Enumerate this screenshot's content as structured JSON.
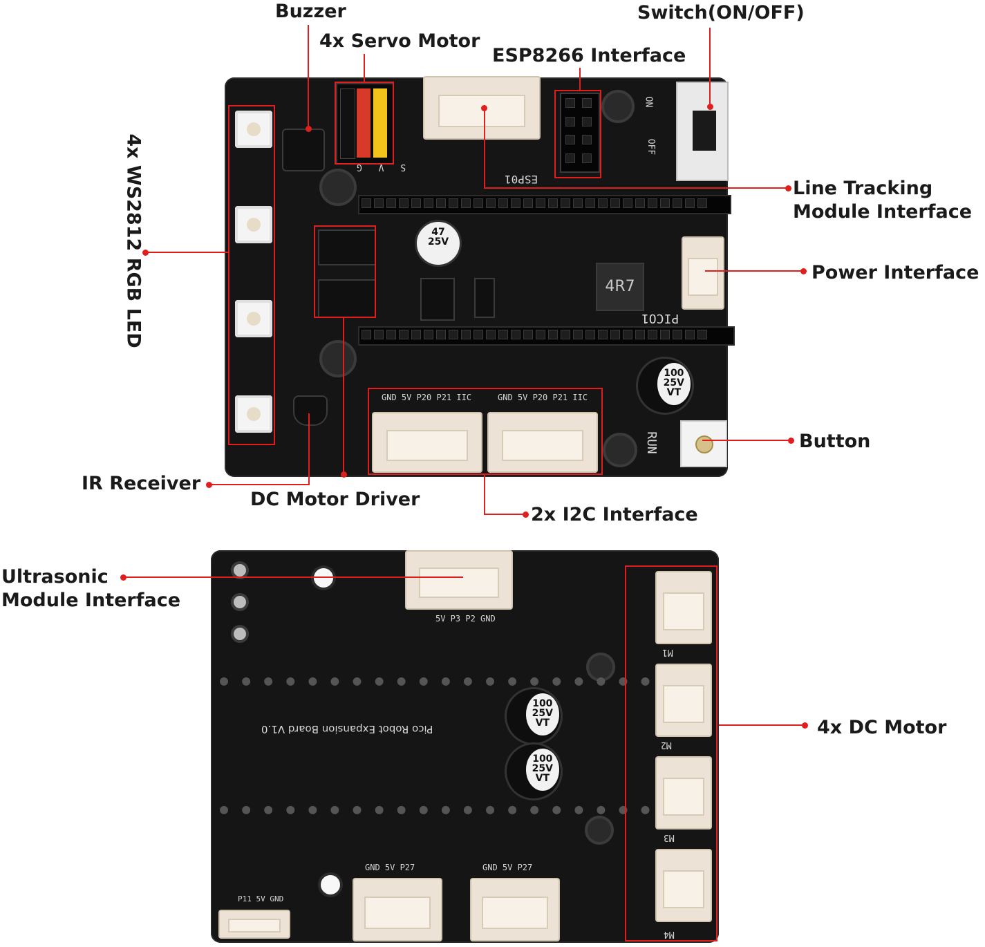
{
  "labels": {
    "buzzer": "Buzzer",
    "servo": "4x Servo Motor",
    "esp8266": "ESP8266 Interface",
    "switch": "Switch(ON/OFF)",
    "line_tracking_1": "Line Tracking",
    "line_tracking_2": "Module Interface",
    "power": "Power Interface",
    "ws2812": "4x WS2812 RGB LED",
    "button": "Button",
    "ir": "IR Receiver",
    "dc_driver": "DC Motor Driver",
    "i2c": "2x I2C Interface",
    "ultrasonic_1": "Ultrasonic",
    "ultrasonic_2": "Module Interface",
    "dc_motor": "4x DC Motor"
  },
  "silkscreen": {
    "pico": "PICO1",
    "esp": "ESP01",
    "on": "ON",
    "off": "OFF",
    "run": "RUN",
    "board_name": "Pico Robot Expansion Board V1.0",
    "cap_100": "100",
    "cap_25v": "25V",
    "cap_vt": "VT",
    "cap_47": "47",
    "inductor": "4R7",
    "i2c_pins": "GND 5V P20 P21 IIC",
    "servo_pins": "S V G",
    "ultra_pins": "5V P3 P2 GND",
    "m1": "M1",
    "m2": "M2",
    "m3": "M3",
    "m4": "M4",
    "p27_pins": "GND 5V P27",
    "p11_pins": "P11 5V GND"
  },
  "colors": {
    "accent": "#e01e1e",
    "board": "#151515",
    "connector": "#ece3d6"
  }
}
